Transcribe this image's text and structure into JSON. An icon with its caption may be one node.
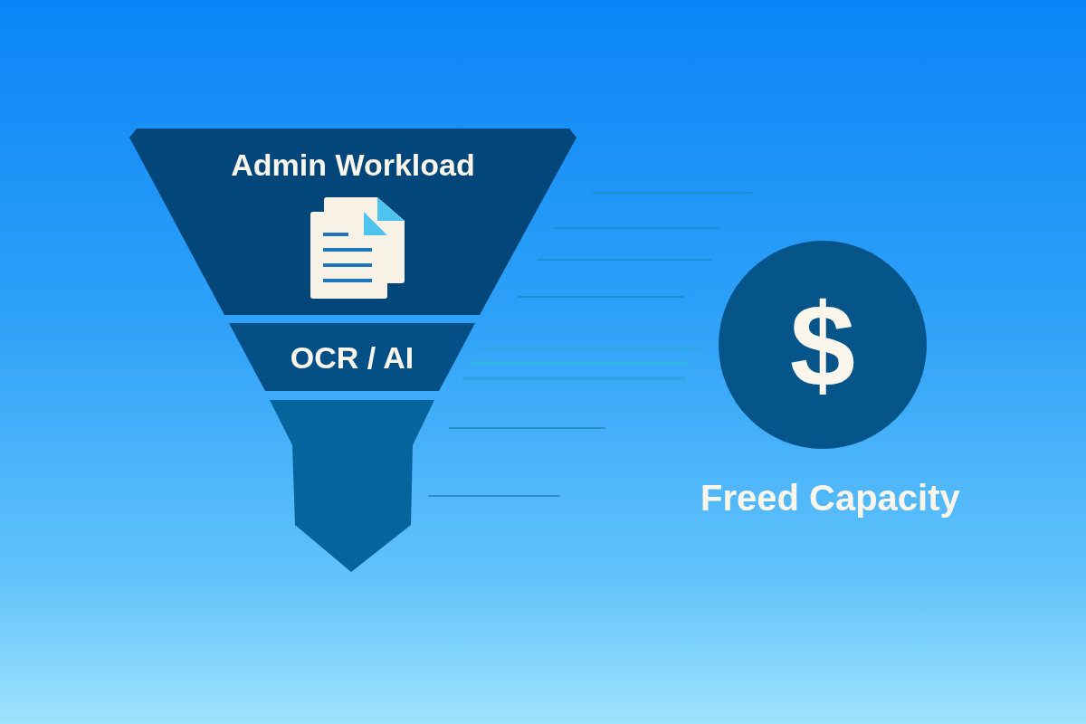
{
  "diagram": {
    "nodes": [
      {
        "text": [
          "Admin Workload"
        ]
      },
      {
        "text": [
          "OCR / AI"
        ]
      },
      {
        "text": [],
        "shape": "funnel"
      },
      {
        "text": [
          "$"
        ],
        "beside": [
          "Freed Capacity"
        ]
      }
    ],
    "edges": []
  }
}
